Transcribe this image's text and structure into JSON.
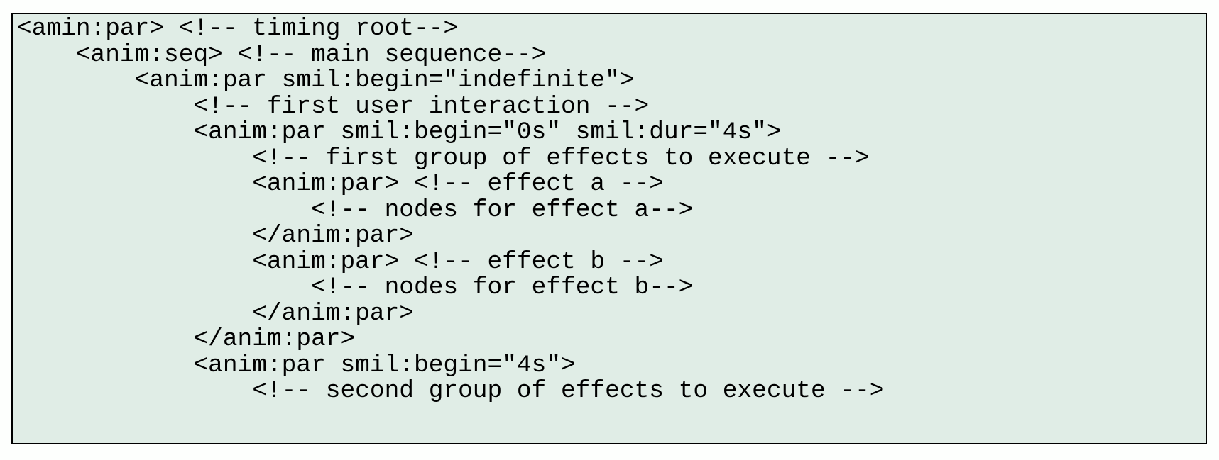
{
  "code_block": {
    "language": "xml-smil-animation",
    "lines": [
      "<amin:par> <!-- timing root-->",
      "    <anim:seq> <!-- main sequence-->",
      "        <anim:par smil:begin=\"indefinite\">",
      "            <!-- first user interaction -->",
      "            <anim:par smil:begin=\"0s\" smil:dur=\"4s\">",
      "                <!-- first group of effects to execute -->",
      "                <anim:par> <!-- effect a -->",
      "                    <!-- nodes for effect a-->",
      "                </anim:par>",
      "                <anim:par> <!-- effect b -->",
      "                    <!-- nodes for effect b-->",
      "                </anim:par>",
      "            </anim:par>",
      "            <anim:par smil:begin=\"4s\">",
      "                <!-- second group of effects to execute -->"
    ]
  },
  "colors": {
    "page_background": "#fdfffd",
    "panel_background": "#e0ede6",
    "panel_border": "#000000",
    "text": "#000000"
  }
}
